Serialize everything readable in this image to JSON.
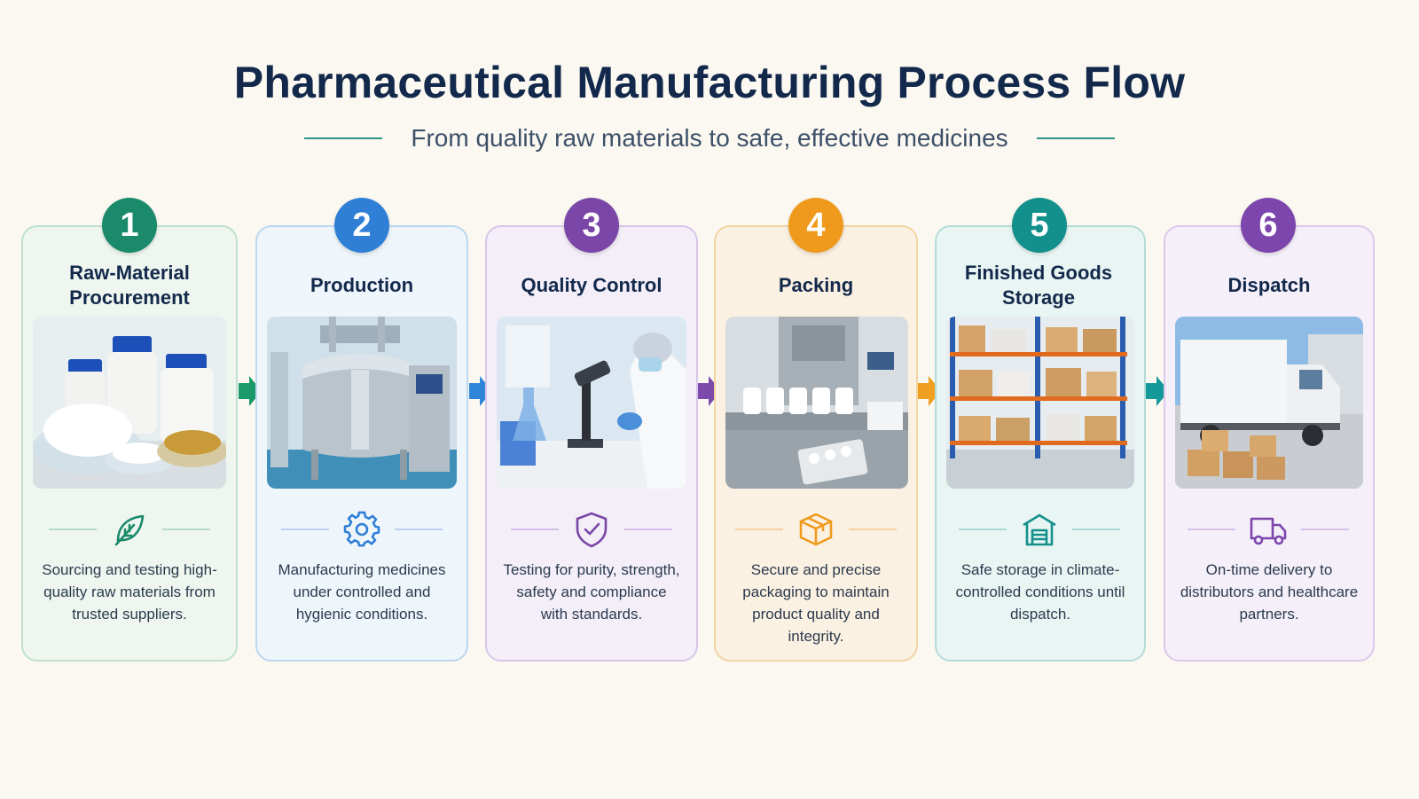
{
  "title": "Pharmaceutical Manufacturing Process Flow",
  "subtitle": "From quality raw materials to safe, effective medicines",
  "steps": [
    {
      "number": "1",
      "title": "Raw-Material Procurement",
      "icon": "leaf-icon",
      "description": "Sourcing and testing high-quality raw materials from trusted suppliers.",
      "color": "#1a8a6b"
    },
    {
      "number": "2",
      "title": "Production",
      "icon": "gear-icon",
      "description": "Manufacturing medicines under controlled and hygienic conditions.",
      "color": "#2f7fd6"
    },
    {
      "number": "3",
      "title": "Quality Control",
      "icon": "shield-check-icon",
      "description": "Testing for purity, strength, safety and compliance with standards.",
      "color": "#7a46a8"
    },
    {
      "number": "4",
      "title": "Packing",
      "icon": "box-icon",
      "description": "Secure and precise packaging to maintain product quality and integrity.",
      "color": "#ef9a1c"
    },
    {
      "number": "5",
      "title": "Finished Goods Storage",
      "icon": "warehouse-icon",
      "description": "Safe storage in climate-controlled conditions until dispatch.",
      "color": "#13908c"
    },
    {
      "number": "6",
      "title": "Dispatch",
      "icon": "truck-icon",
      "description": "On-time delivery to distributors and healthcare partners.",
      "color": "#7d46ad"
    }
  ]
}
